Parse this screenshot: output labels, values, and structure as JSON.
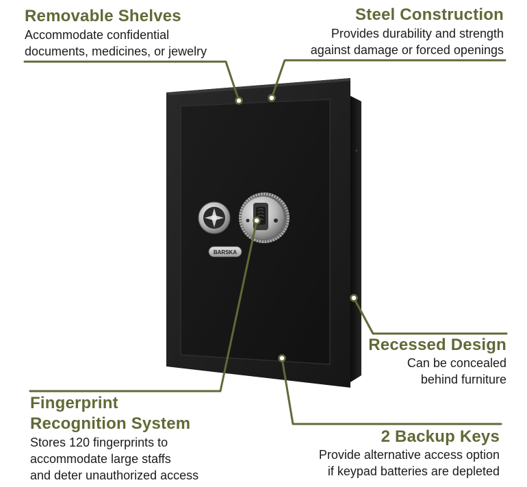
{
  "callouts": {
    "shelves": {
      "title": "Removable Shelves",
      "line1": "Accommodate confidential",
      "line2": "documents, medicines, or jewelry"
    },
    "steel": {
      "title": "Steel Construction",
      "line1": "Provides durability and strength",
      "line2": "against damage or forced openings"
    },
    "recessed": {
      "title": "Recessed Design",
      "line1": "Can be concealed",
      "line2": "behind furniture"
    },
    "fingerprint": {
      "title_line1": "Fingerprint",
      "title_line2": "Recognition System",
      "line1": "Stores 120 fingerprints to",
      "line2": "accommodate large staffs",
      "line3": "and deter unauthorized access"
    },
    "keys": {
      "title": "2 Backup Keys",
      "line1": "Provide alternative access option",
      "line2": "if keypad batteries are depleted"
    }
  },
  "product": {
    "brand": "BARSKA"
  },
  "colors": {
    "accent": "#5f6a37",
    "safe_body": "#141414",
    "text": "#1b1b1b"
  }
}
